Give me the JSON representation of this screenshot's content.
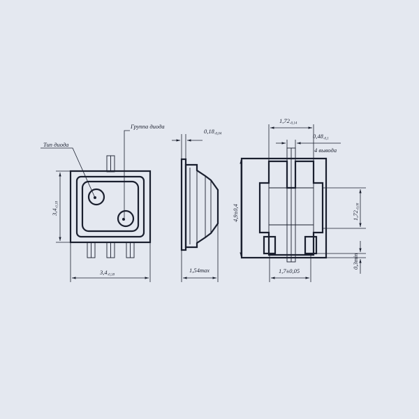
{
  "diagram": {
    "background": "#e4e8f0",
    "ink": "#1a1f2e",
    "labels": {
      "diode_type": "Тип диода",
      "diode_group": "Группа диода",
      "height_main": "3,4",
      "height_tol": "-0,18",
      "width_main": "3,4",
      "width_tol": "-0,18",
      "lead_thickness_main": "0,18",
      "lead_thickness_tol": "-0,04",
      "side_height": "1,54max",
      "top_main": "1,72",
      "top_tol": "-0,14",
      "lead_width_main": "0,48",
      "lead_width_tol": "-0,1",
      "leads_count": "4 вывода",
      "overall_height": "4,9±0,4",
      "right_dim_main": "1,72",
      "right_dim_tol": "-0,08",
      "bottom_gap": "0,3min",
      "lead_pitch": "1,7±0,05"
    }
  }
}
